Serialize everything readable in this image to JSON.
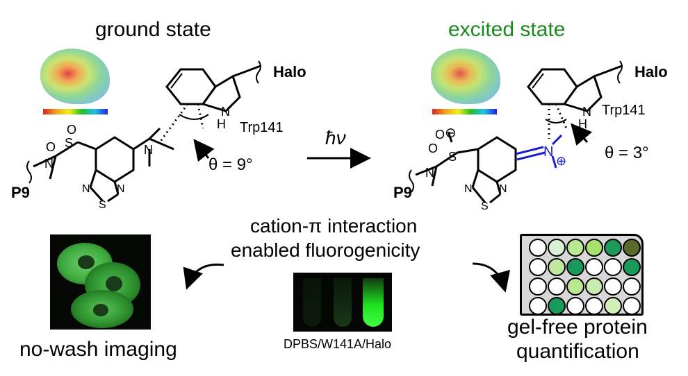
{
  "ground": {
    "title": "ground state",
    "theta": "θ = 9°",
    "trp": "Trp141",
    "halo": "Halo",
    "p9": "P9",
    "nh": "N",
    "h": "H",
    "atoms": {
      "N": "N",
      "S": "S",
      "O": "O"
    }
  },
  "excited": {
    "title": "excited state",
    "theta": "θ = 3°",
    "trp": "Trp141",
    "halo": "Halo",
    "p9": "P9",
    "minus": "⊖",
    "plus": "⊕"
  },
  "arrow_label": "ħν",
  "center": {
    "line1": "cation-π interaction",
    "line2": "enabled fluorogenicity"
  },
  "bottom": {
    "left_caption": "no-wash imaging",
    "mid_caption": "DPBS/W141A/Halo",
    "right_caption_line1": "gel-free protein",
    "right_caption_line2": "quantification"
  },
  "colors": {
    "excited_title": "#1a8a1a",
    "blue_charge": "#1a1acc",
    "cell_green": "#3cc83c"
  },
  "plate": {
    "rows": [
      [
        "#ffffff",
        "#d8f0d8",
        "#b8e890",
        "#a8e070",
        "#1a9a5a",
        "#5a6a2a"
      ],
      [
        "#ffffff",
        "#c0e8a0",
        "#1a9a5a",
        "#ffffff",
        "#ffffff",
        "#1a9a5a"
      ],
      [
        "#ffffff",
        "#ffffff",
        "#b8e890",
        "#c8ecb0",
        "#ffffff",
        "#ffffff"
      ],
      [
        "#ffffff",
        "#1a9a5a",
        "#ffffff",
        "#ffffff",
        "#d0f0b8",
        "#ffffff"
      ]
    ]
  }
}
